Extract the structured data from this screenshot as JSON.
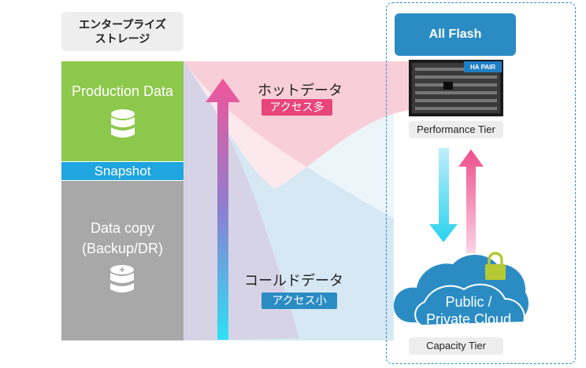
{
  "header": {
    "line1": "エンタープライズ",
    "line2": "ストレージ"
  },
  "production": {
    "label": "Production Data"
  },
  "snapshot": {
    "label": "Snapshot"
  },
  "data_copy": {
    "line1": "Data copy",
    "line2": "(Backup/DR)"
  },
  "hot": {
    "title": "ホットデータ",
    "badge": "アクセス多"
  },
  "cold": {
    "title": "コールドデータ",
    "badge": "アクセス小"
  },
  "all_flash": {
    "label": "All Flash"
  },
  "device": {
    "badge": "HA PAIR"
  },
  "performance_tier": {
    "label": "Performance Tier"
  },
  "cloud": {
    "line1": "Public /",
    "line2": "Private Cloud"
  },
  "capacity_tier": {
    "label": "Capacity Tier"
  },
  "colors": {
    "green": "#8cc84b",
    "blue": "#1fa5e0",
    "gray": "#a8a8a8",
    "pink": "#e8457c",
    "cyan": "#33d0ee",
    "cloud": "#2b8cc4",
    "lock": "#b5c935"
  }
}
